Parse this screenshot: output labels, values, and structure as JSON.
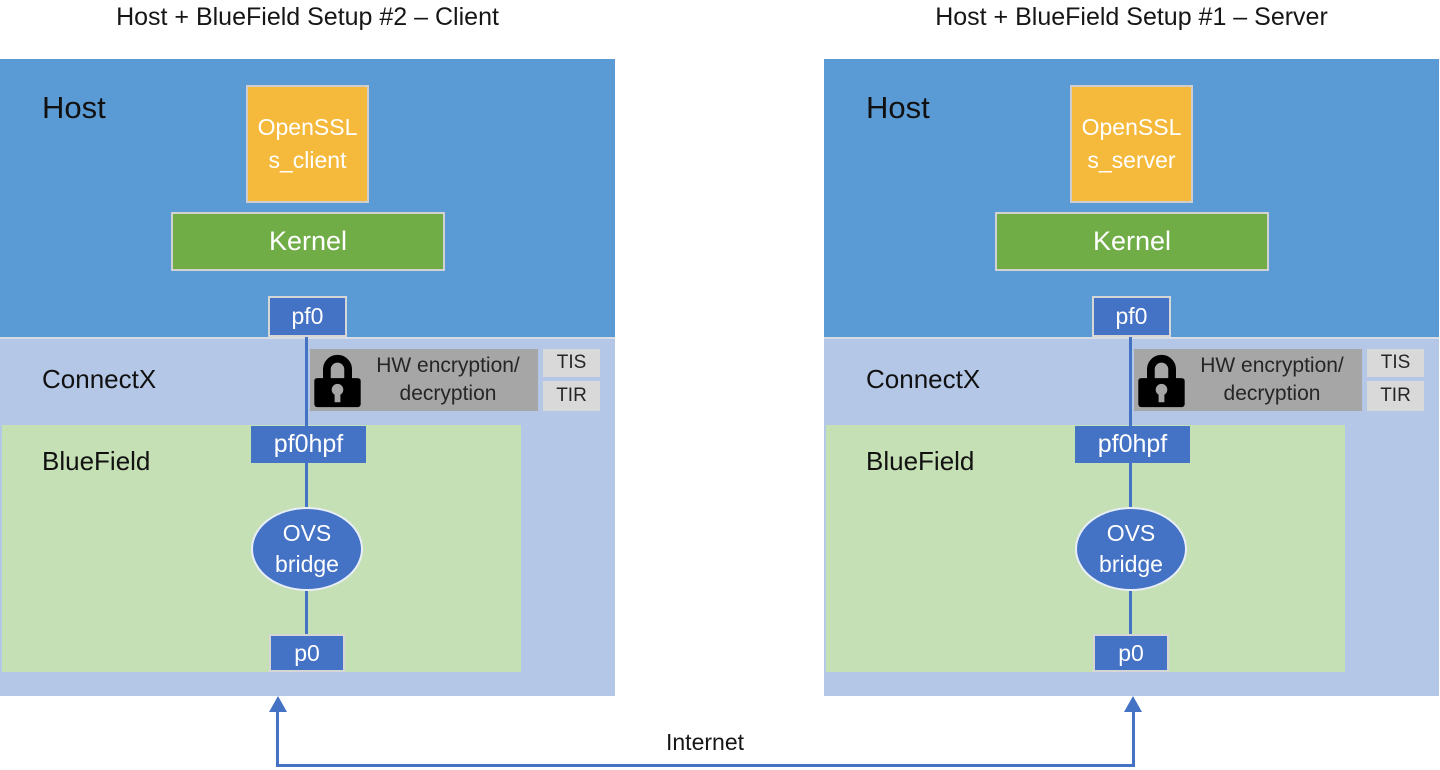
{
  "internet_label": "Internet",
  "colors": {
    "host_blue": "#5B9BD5",
    "connectx_lavender": "#B4C7E7",
    "bluefield_green": "#C5E0B4",
    "kernel_green": "#70AD47",
    "node_blue": "#4472C4",
    "openssl_gold": "#F5B93B",
    "hw_gray": "#A6A6A6",
    "tis_tir_gray": "#D9D9D9",
    "arrow_blue": "#4472C4"
  },
  "setups": [
    {
      "title": "Host + BlueField Setup #2 – Client",
      "host_label": "Host",
      "openssl_line1": "OpenSSL",
      "openssl_line2": "s_client",
      "kernel_label": "Kernel",
      "pf0_label": "pf0",
      "connectx_label": "ConnectX",
      "hw_line1": "HW encryption/",
      "hw_line2": "decryption",
      "tis_label": "TIS",
      "tir_label": "TIR",
      "bluefield_label": "BlueField",
      "pf0hpf_label": "pf0hpf",
      "ovs_line1": "OVS",
      "ovs_line2": "bridge",
      "p0_label": "p0"
    },
    {
      "title": "Host + BlueField Setup #1 – Server",
      "host_label": "Host",
      "openssl_line1": "OpenSSL",
      "openssl_line2": "s_server",
      "kernel_label": "Kernel",
      "pf0_label": "pf0",
      "connectx_label": "ConnectX",
      "hw_line1": "HW encryption/",
      "hw_line2": "decryption",
      "tis_label": "TIS",
      "tir_label": "TIR",
      "bluefield_label": "BlueField",
      "pf0hpf_label": "pf0hpf",
      "ovs_line1": "OVS",
      "ovs_line2": "bridge",
      "p0_label": "p0"
    }
  ]
}
